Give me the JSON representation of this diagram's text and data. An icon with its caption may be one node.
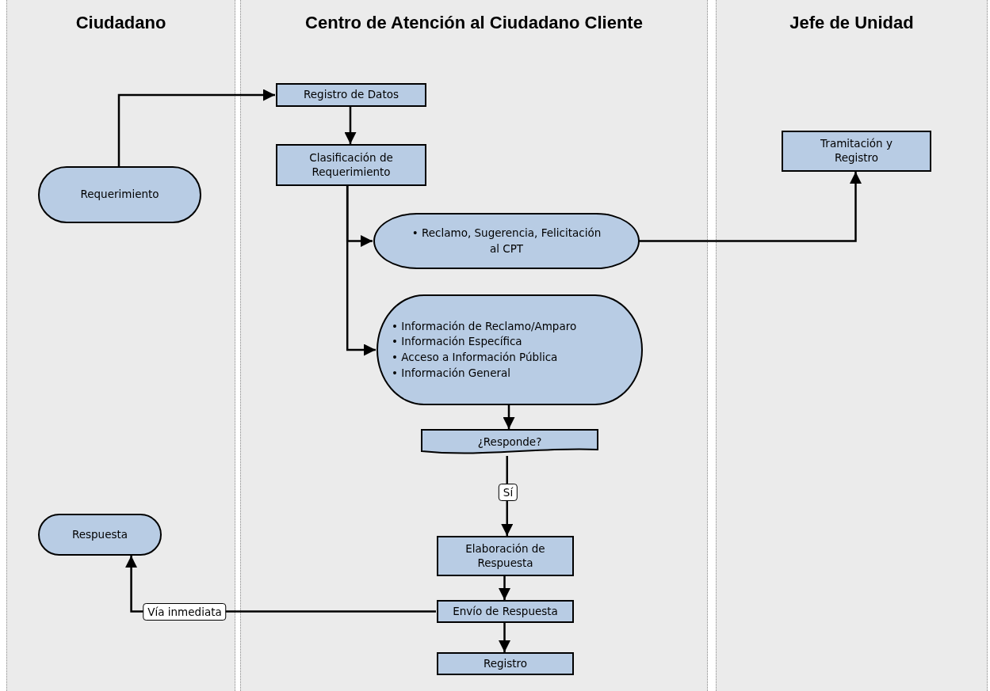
{
  "diagram": {
    "nodes": [
      {
        "text": [
          "Ciudadano"
        ]
      },
      {
        "text": [
          "Centro de Atención al Ciudadano Cliente"
        ]
      },
      {
        "text": [
          "Jefe de Unidad"
        ]
      },
      {
        "text": [
          "Registro de Datos"
        ],
        "in": 1
      },
      {
        "text": [
          "Clasificación de Requerimiento"
        ],
        "in": 1
      },
      {
        "text": [
          "Tramitación y Registro"
        ],
        "in": 2
      },
      {
        "text": [
          "Requerimiento"
        ],
        "in": 0
      },
      {
        "text": [
          "• Reclamo, Sugerencia, Felicitación al CPT"
        ],
        "in": 1
      },
      {
        "text": [
          "• Información de Reclamo/Amparo",
          "• Información Específica",
          "• Acceso a Información Pública",
          "• Información General"
        ],
        "in": 1
      },
      {
        "text": [
          "¿Responde?"
        ],
        "in": 1
      },
      {
        "text": [
          "Respuesta"
        ],
        "in": 0
      },
      {
        "text": [
          "Elaboración de Respuesta"
        ],
        "in": 1
      },
      {
        "text": [
          "Envío de Respuesta"
        ],
        "in": 1
      },
      {
        "text": [
          "Registro"
        ],
        "in": 1
      }
    ],
    "edges": [
      {
        "from": 6,
        "to": 3,
        "arrow": "to"
      },
      {
        "from": 3,
        "to": 4,
        "arrow": "to"
      },
      {
        "from": 4,
        "to": 7,
        "arrow": "to"
      },
      {
        "from": 4,
        "to": 8,
        "arrow": "to"
      },
      {
        "from": 7,
        "to": 5,
        "arrow": "to"
      },
      {
        "from": 8,
        "to": 9,
        "arrow": "to"
      },
      {
        "from": 9,
        "to": 11,
        "arrow": "to",
        "label": "Sí"
      },
      {
        "from": 11,
        "to": 12,
        "arrow": "to"
      },
      {
        "from": 12,
        "to": 10,
        "arrow": "to",
        "label": "Vía inmediata"
      },
      {
        "from": 12,
        "to": 13,
        "arrow": "to"
      }
    ]
  }
}
